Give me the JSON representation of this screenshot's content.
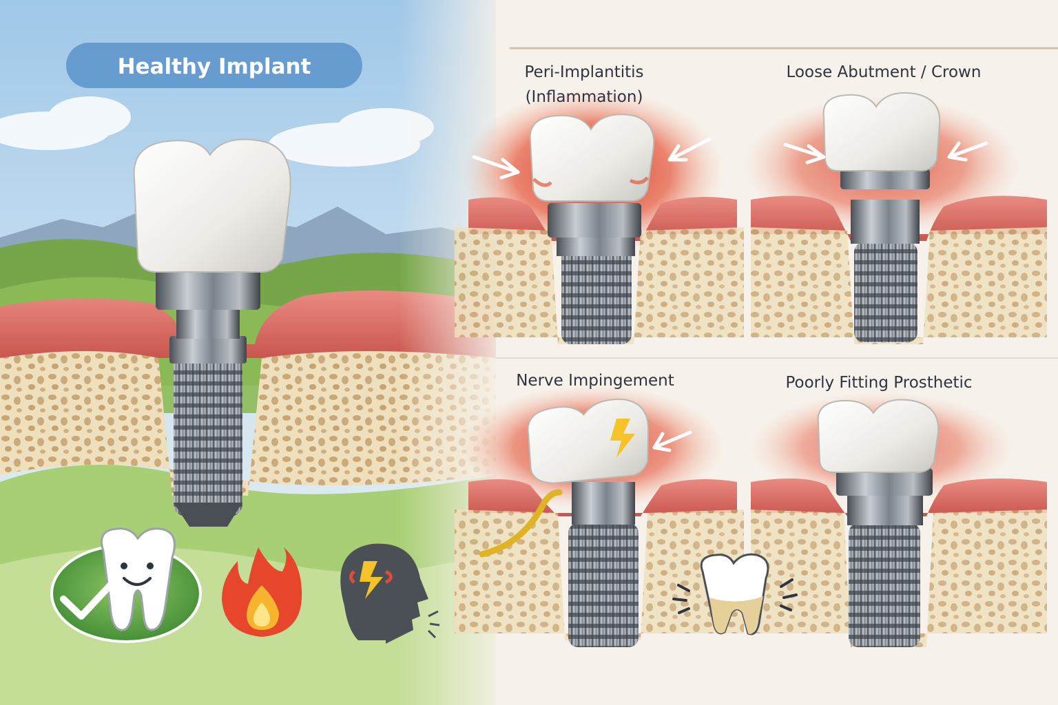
{
  "panels": {
    "healthy": {
      "title": "Healthy Implant"
    },
    "peri_implantitis": {
      "title_line1": "Peri-Implantitis",
      "title_line2": "(Inflammation)"
    },
    "loose_abutment": {
      "title": "Loose Abutment / Crown"
    },
    "nerve_impingement": {
      "title": "Nerve Impingement"
    },
    "poorly_fitting": {
      "title": "Poorly Fitting Prosthetic"
    }
  },
  "icons": [
    "happy-tooth-check-icon",
    "fire-icon",
    "head-pain-lightning-icon",
    "wobbly-tooth-icon"
  ],
  "colors": {
    "gum": "#e07a72",
    "gum_dark": "#c9564f",
    "inflammation": "#d9321f",
    "bone": "#efe0bd",
    "bone_pores": "#c9a877",
    "crown": "#f4f3ef",
    "metal": "#8a9097",
    "nerve": "#e0b325",
    "sky": "#bcd9ef",
    "check_green": "#4f9a3c"
  }
}
